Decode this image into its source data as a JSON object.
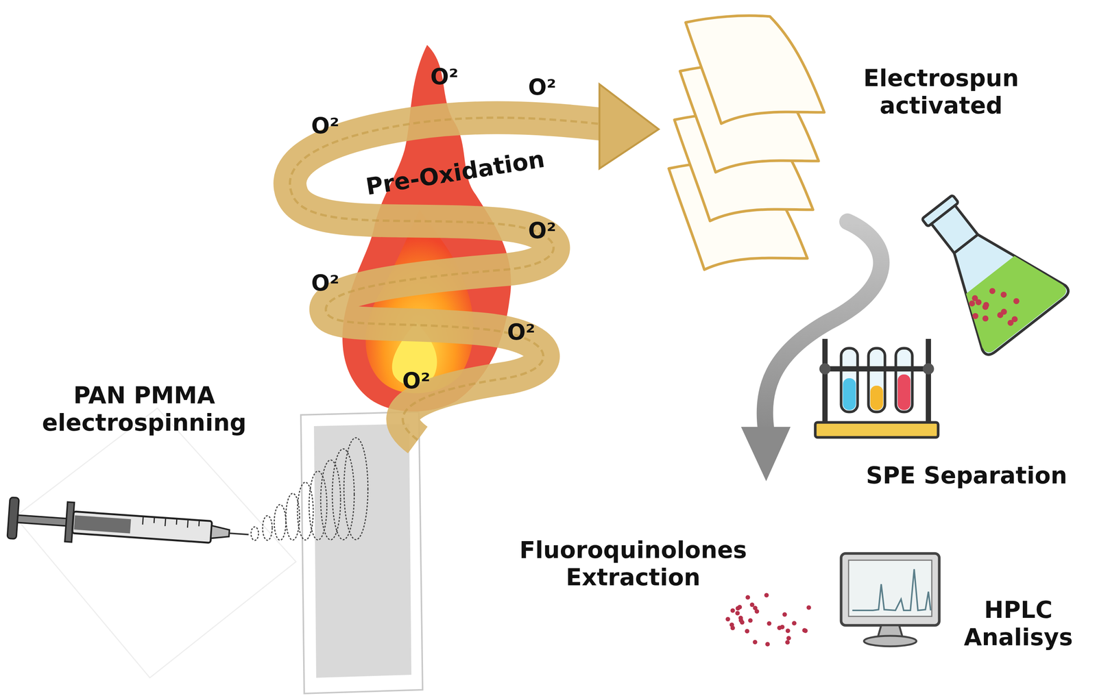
{
  "diagram": {
    "labels": [
      "Pre-Oxidation",
      "O²",
      "O²",
      "O²",
      "O²",
      "O²",
      "O²",
      "O²",
      "Electrospun activated",
      "PAN PMMA electrospinning",
      "SPE Separation",
      "Fluoroquinolones Extraction",
      "HPLC Analisys"
    ]
  }
}
